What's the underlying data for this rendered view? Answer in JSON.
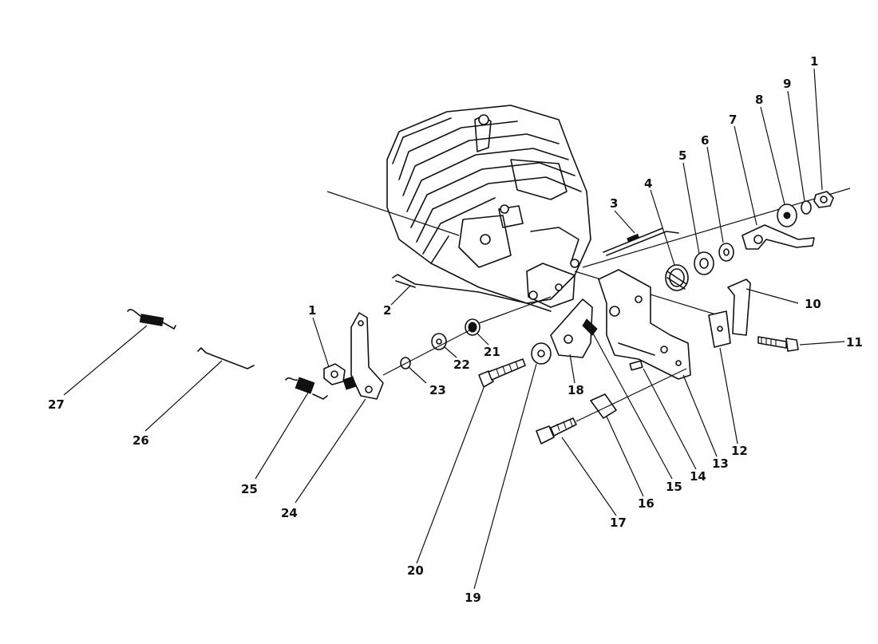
{
  "callouts": [
    {
      "id": "1a",
      "label": "1"
    },
    {
      "id": "9",
      "label": "9"
    },
    {
      "id": "8",
      "label": "8"
    },
    {
      "id": "7",
      "label": "7"
    },
    {
      "id": "6",
      "label": "6"
    },
    {
      "id": "5",
      "label": "5"
    },
    {
      "id": "4",
      "label": "4"
    },
    {
      "id": "3",
      "label": "3"
    },
    {
      "id": "10",
      "label": "10"
    },
    {
      "id": "11",
      "label": "11"
    },
    {
      "id": "12",
      "label": "12"
    },
    {
      "id": "13",
      "label": "13"
    },
    {
      "id": "14",
      "label": "14"
    },
    {
      "id": "15",
      "label": "15"
    },
    {
      "id": "16",
      "label": "16"
    },
    {
      "id": "17",
      "label": "17"
    },
    {
      "id": "18",
      "label": "18"
    },
    {
      "id": "19",
      "label": "19"
    },
    {
      "id": "20",
      "label": "20"
    },
    {
      "id": "21",
      "label": "21"
    },
    {
      "id": "22",
      "label": "22"
    },
    {
      "id": "23",
      "label": "23"
    },
    {
      "id": "24",
      "label": "24"
    },
    {
      "id": "25",
      "label": "25"
    },
    {
      "id": "26",
      "label": "26"
    },
    {
      "id": "27",
      "label": "27"
    },
    {
      "id": "2",
      "label": "2"
    },
    {
      "id": "1b",
      "label": "1"
    }
  ]
}
